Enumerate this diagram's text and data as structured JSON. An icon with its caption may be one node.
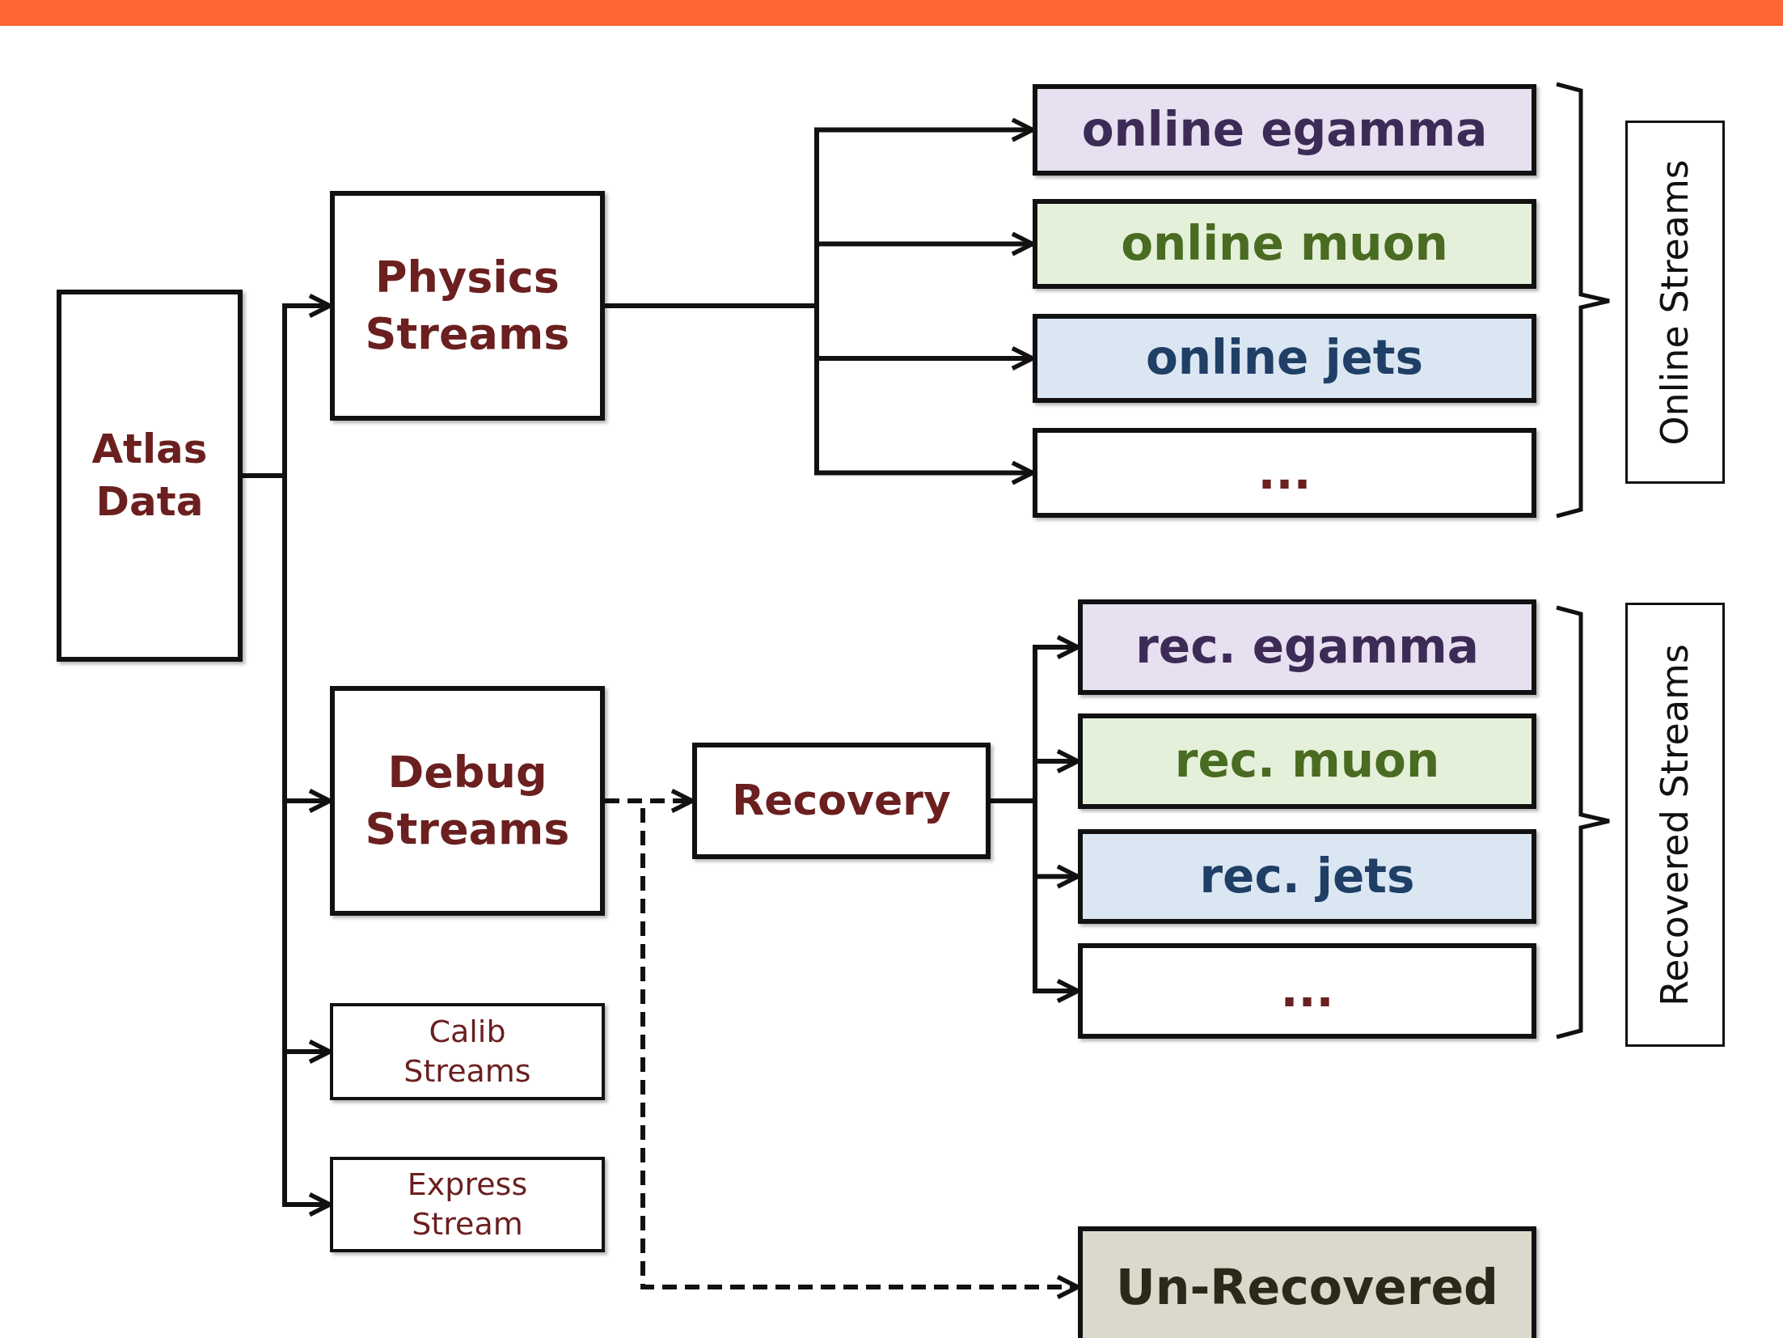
{
  "diagram": {
    "nodes": [
      {
        "text": [
          "Atlas Data"
        ]
      },
      {
        "text": [
          "Physics Streams"
        ]
      },
      {
        "text": [
          "Debug Streams"
        ]
      },
      {
        "text": [
          "Calib Streams"
        ]
      },
      {
        "text": [
          "Express Stream"
        ]
      },
      {
        "text": [
          "Recovery"
        ]
      },
      {
        "text": [
          "online egamma"
        ]
      },
      {
        "text": [
          "online muon"
        ]
      },
      {
        "text": [
          "online jets"
        ]
      },
      {
        "text": [
          "..."
        ]
      },
      {
        "text": [
          "rec. egamma"
        ]
      },
      {
        "text": [
          "rec. muon"
        ]
      },
      {
        "text": [
          "rec. jets"
        ]
      },
      {
        "text": [
          "..."
        ]
      },
      {
        "text": [
          "Un-Recovered"
        ]
      },
      {
        "text": [
          "Online Streams"
        ]
      },
      {
        "text": [
          "Recovered Streams"
        ]
      }
    ],
    "edges": [
      {
        "from": 0,
        "to": 1,
        "arrow": "to"
      },
      {
        "from": 0,
        "to": 2,
        "arrow": "to"
      },
      {
        "from": 0,
        "to": 3,
        "arrow": "to"
      },
      {
        "from": 0,
        "to": 4,
        "arrow": "to"
      },
      {
        "from": 1,
        "to": 6,
        "arrow": "to"
      },
      {
        "from": 1,
        "to": 7,
        "arrow": "to"
      },
      {
        "from": 1,
        "to": 8,
        "arrow": "to"
      },
      {
        "from": 1,
        "to": 9,
        "arrow": "to"
      },
      {
        "from": 2,
        "to": 5,
        "arrow": "to",
        "style": "dashed"
      },
      {
        "from": 2,
        "to": 14,
        "arrow": "to",
        "style": "dashed"
      },
      {
        "from": 5,
        "to": 10,
        "arrow": "to"
      },
      {
        "from": 5,
        "to": 11,
        "arrow": "to"
      },
      {
        "from": 5,
        "to": 12,
        "arrow": "to"
      },
      {
        "from": 5,
        "to": 13,
        "arrow": "to"
      }
    ]
  }
}
